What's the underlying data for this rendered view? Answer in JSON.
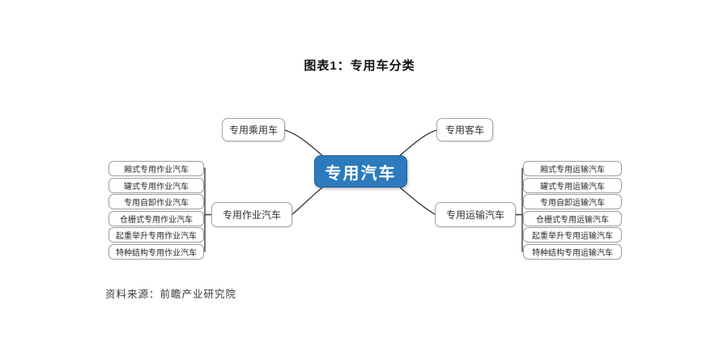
{
  "title": "图表1：专用车分类",
  "source": "资料来源：前瞻产业研究院",
  "colors": {
    "center_bg": "#2b7bbd",
    "center_text": "#ffffff",
    "node_border": "#a3a3a3",
    "line": "#3b3b3b"
  },
  "mindmap": {
    "center": "专用汽车",
    "branches": [
      {
        "label": "专用乘用车",
        "children": []
      },
      {
        "label": "专用客车",
        "children": []
      },
      {
        "label": "专用作业汽车",
        "children": [
          "厢式专用作业汽车",
          "罐式专用作业汽车",
          "专用自卸作业汽车",
          "仓栅式专用作业汽车",
          "起重举升专用作业汽车",
          "特种结构专用作业汽车"
        ]
      },
      {
        "label": "专用运输汽车",
        "children": [
          "厢式专用运输汽车",
          "罐式专用运输汽车",
          "专用自卸运输汽车",
          "仓栅式专用运输汽车",
          "起重举升专用运输汽车",
          "特种结构专用运输汽车"
        ]
      }
    ]
  }
}
